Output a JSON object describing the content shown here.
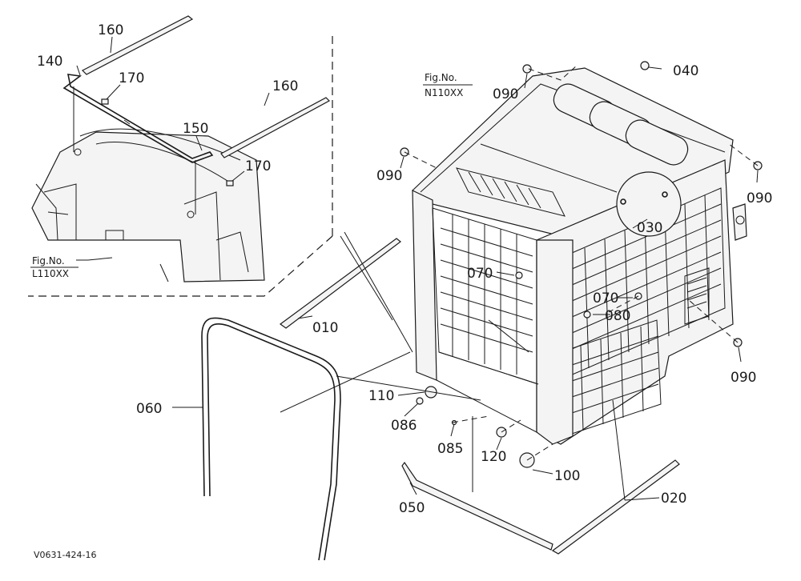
{
  "labels": {
    "p010": "010",
    "p020": "020",
    "p030": "030",
    "p040": "040",
    "p050": "050",
    "p060": "060",
    "p070a": "070",
    "p070b": "070",
    "p080": "080",
    "p085": "085",
    "p086": "086",
    "p090a": "090",
    "p090b": "090",
    "p090c": "090",
    "p090d": "090",
    "p100": "100",
    "p110": "110",
    "p120": "120",
    "p140": "140",
    "p150": "150",
    "p160a": "160",
    "p160b": "160",
    "p170a": "170",
    "p170b": "170"
  },
  "fig_refs": {
    "inset_prefix": "Fig.No.",
    "inset_code": "L110XX",
    "main_prefix": "Fig.No.",
    "main_code": "N110XX"
  },
  "footer_code": "V0631-424-16"
}
